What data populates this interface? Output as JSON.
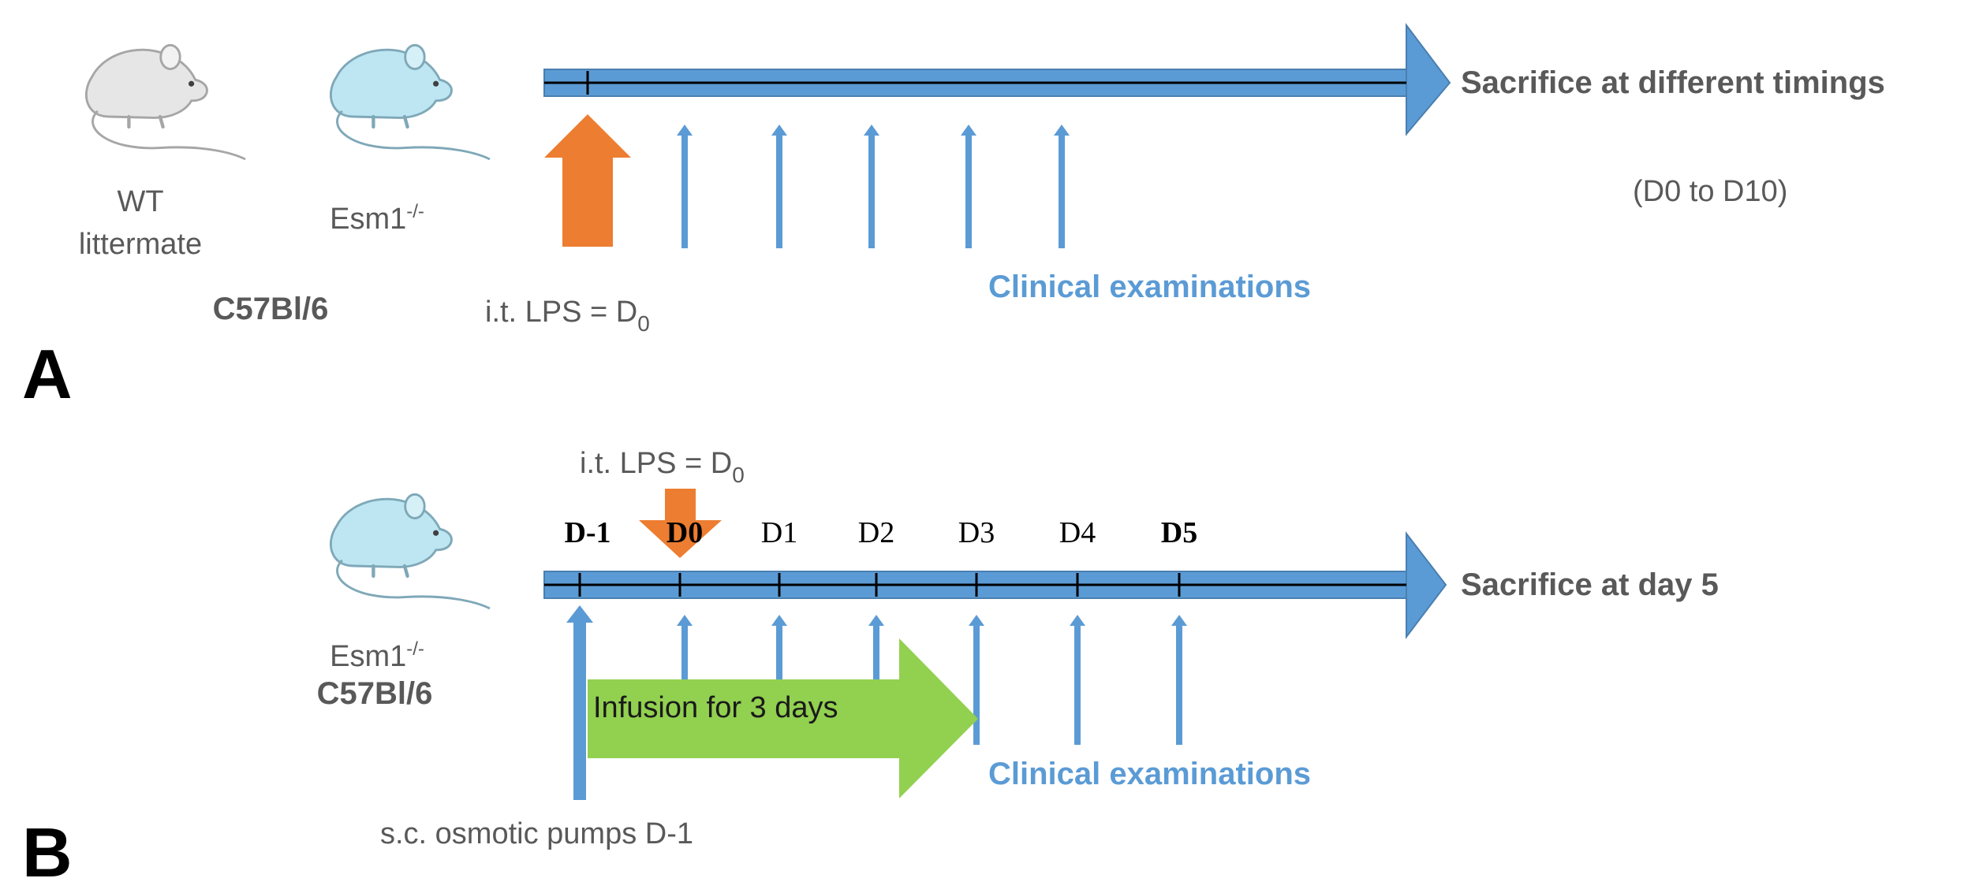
{
  "panel_a": {
    "label": "A",
    "mouse_wt_label_line1": "WT",
    "mouse_wt_label_line2": "littermate",
    "mouse_ko_label": "Esm1",
    "mouse_ko_superscript": "-/-",
    "strain_label": "C57Bl/6",
    "timeline_end_label": "Sacrifice at different timings",
    "timing_range_label": "(D0 to D10)",
    "lps_label": "i.t. LPS = D",
    "lps_subscript": "0",
    "clinical_label": "Clinical examinations"
  },
  "panel_b": {
    "label": "B",
    "mouse_ko_label": "Esm1",
    "mouse_ko_superscript": "-/-",
    "strain_label": "C57Bl/6",
    "lps_label": "i.t. LPS = D",
    "lps_subscript": "0",
    "day_labels": [
      "D-1",
      "D0",
      "D1",
      "D2",
      "D3",
      "D4",
      "D5"
    ],
    "timeline_end_label": "Sacrifice at day 5",
    "infusion_label": "Infusion for 3 days",
    "clinical_label": "Clinical examinations",
    "pump_label": "s.c. osmotic pumps D-1"
  },
  "colors": {
    "timeline_blue": "#5b9bd5",
    "lps_orange": "#ed7d31",
    "infusion_green": "#92d050",
    "clinical_text_blue": "#5b9bd5",
    "text_gray": "#595959",
    "mouse_wt_fill": "#e6e6e6",
    "mouse_ko_fill": "#bde6f2"
  }
}
